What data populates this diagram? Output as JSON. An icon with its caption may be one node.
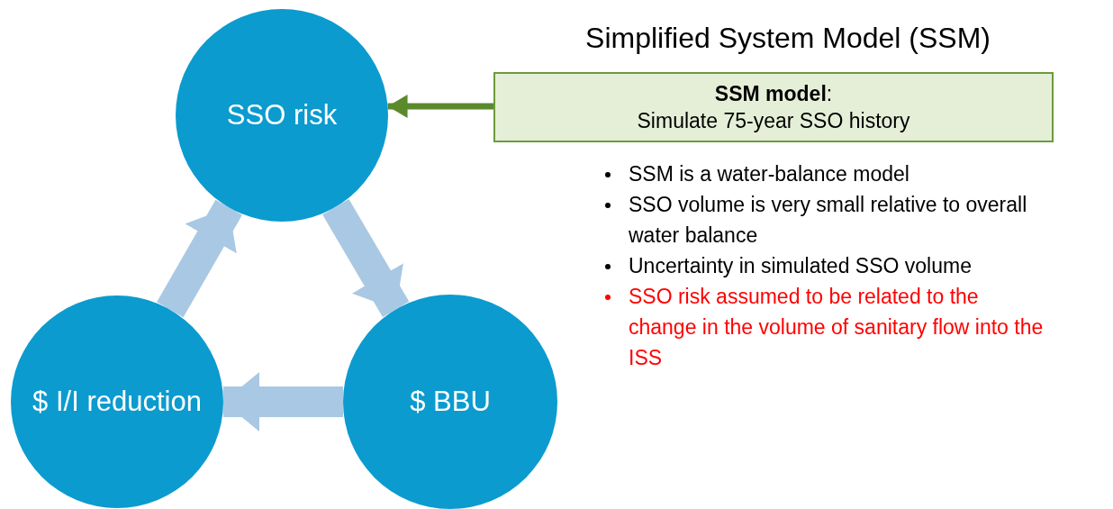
{
  "diagram": {
    "title": "Simplified System Model (SSM)",
    "nodes": [
      {
        "text": [
          "SSO risk"
        ]
      },
      {
        "text": [
          "$ BBU"
        ]
      },
      {
        "text": [
          "$ I/I reduction"
        ]
      },
      {
        "text": [
          "**SSM model**:",
          "Simulate 75-year SSO history"
        ]
      }
    ],
    "edges": [
      {
        "from": 3,
        "to": 0,
        "arrow": "to",
        "color": "#5b8a2d"
      },
      {
        "from": 0,
        "to": 1,
        "arrow": "to"
      },
      {
        "from": 1,
        "to": 2,
        "arrow": "to"
      },
      {
        "from": 2,
        "to": 0,
        "arrow": "to"
      }
    ],
    "labels": [
      "SSM is a water-balance model",
      "SSO volume is very small relative to overall water balance",
      "Uncertainty in simulated SSO volume",
      "SSO risk assumed to be related to the change in the volume of sanitary flow into the ISS"
    ]
  }
}
